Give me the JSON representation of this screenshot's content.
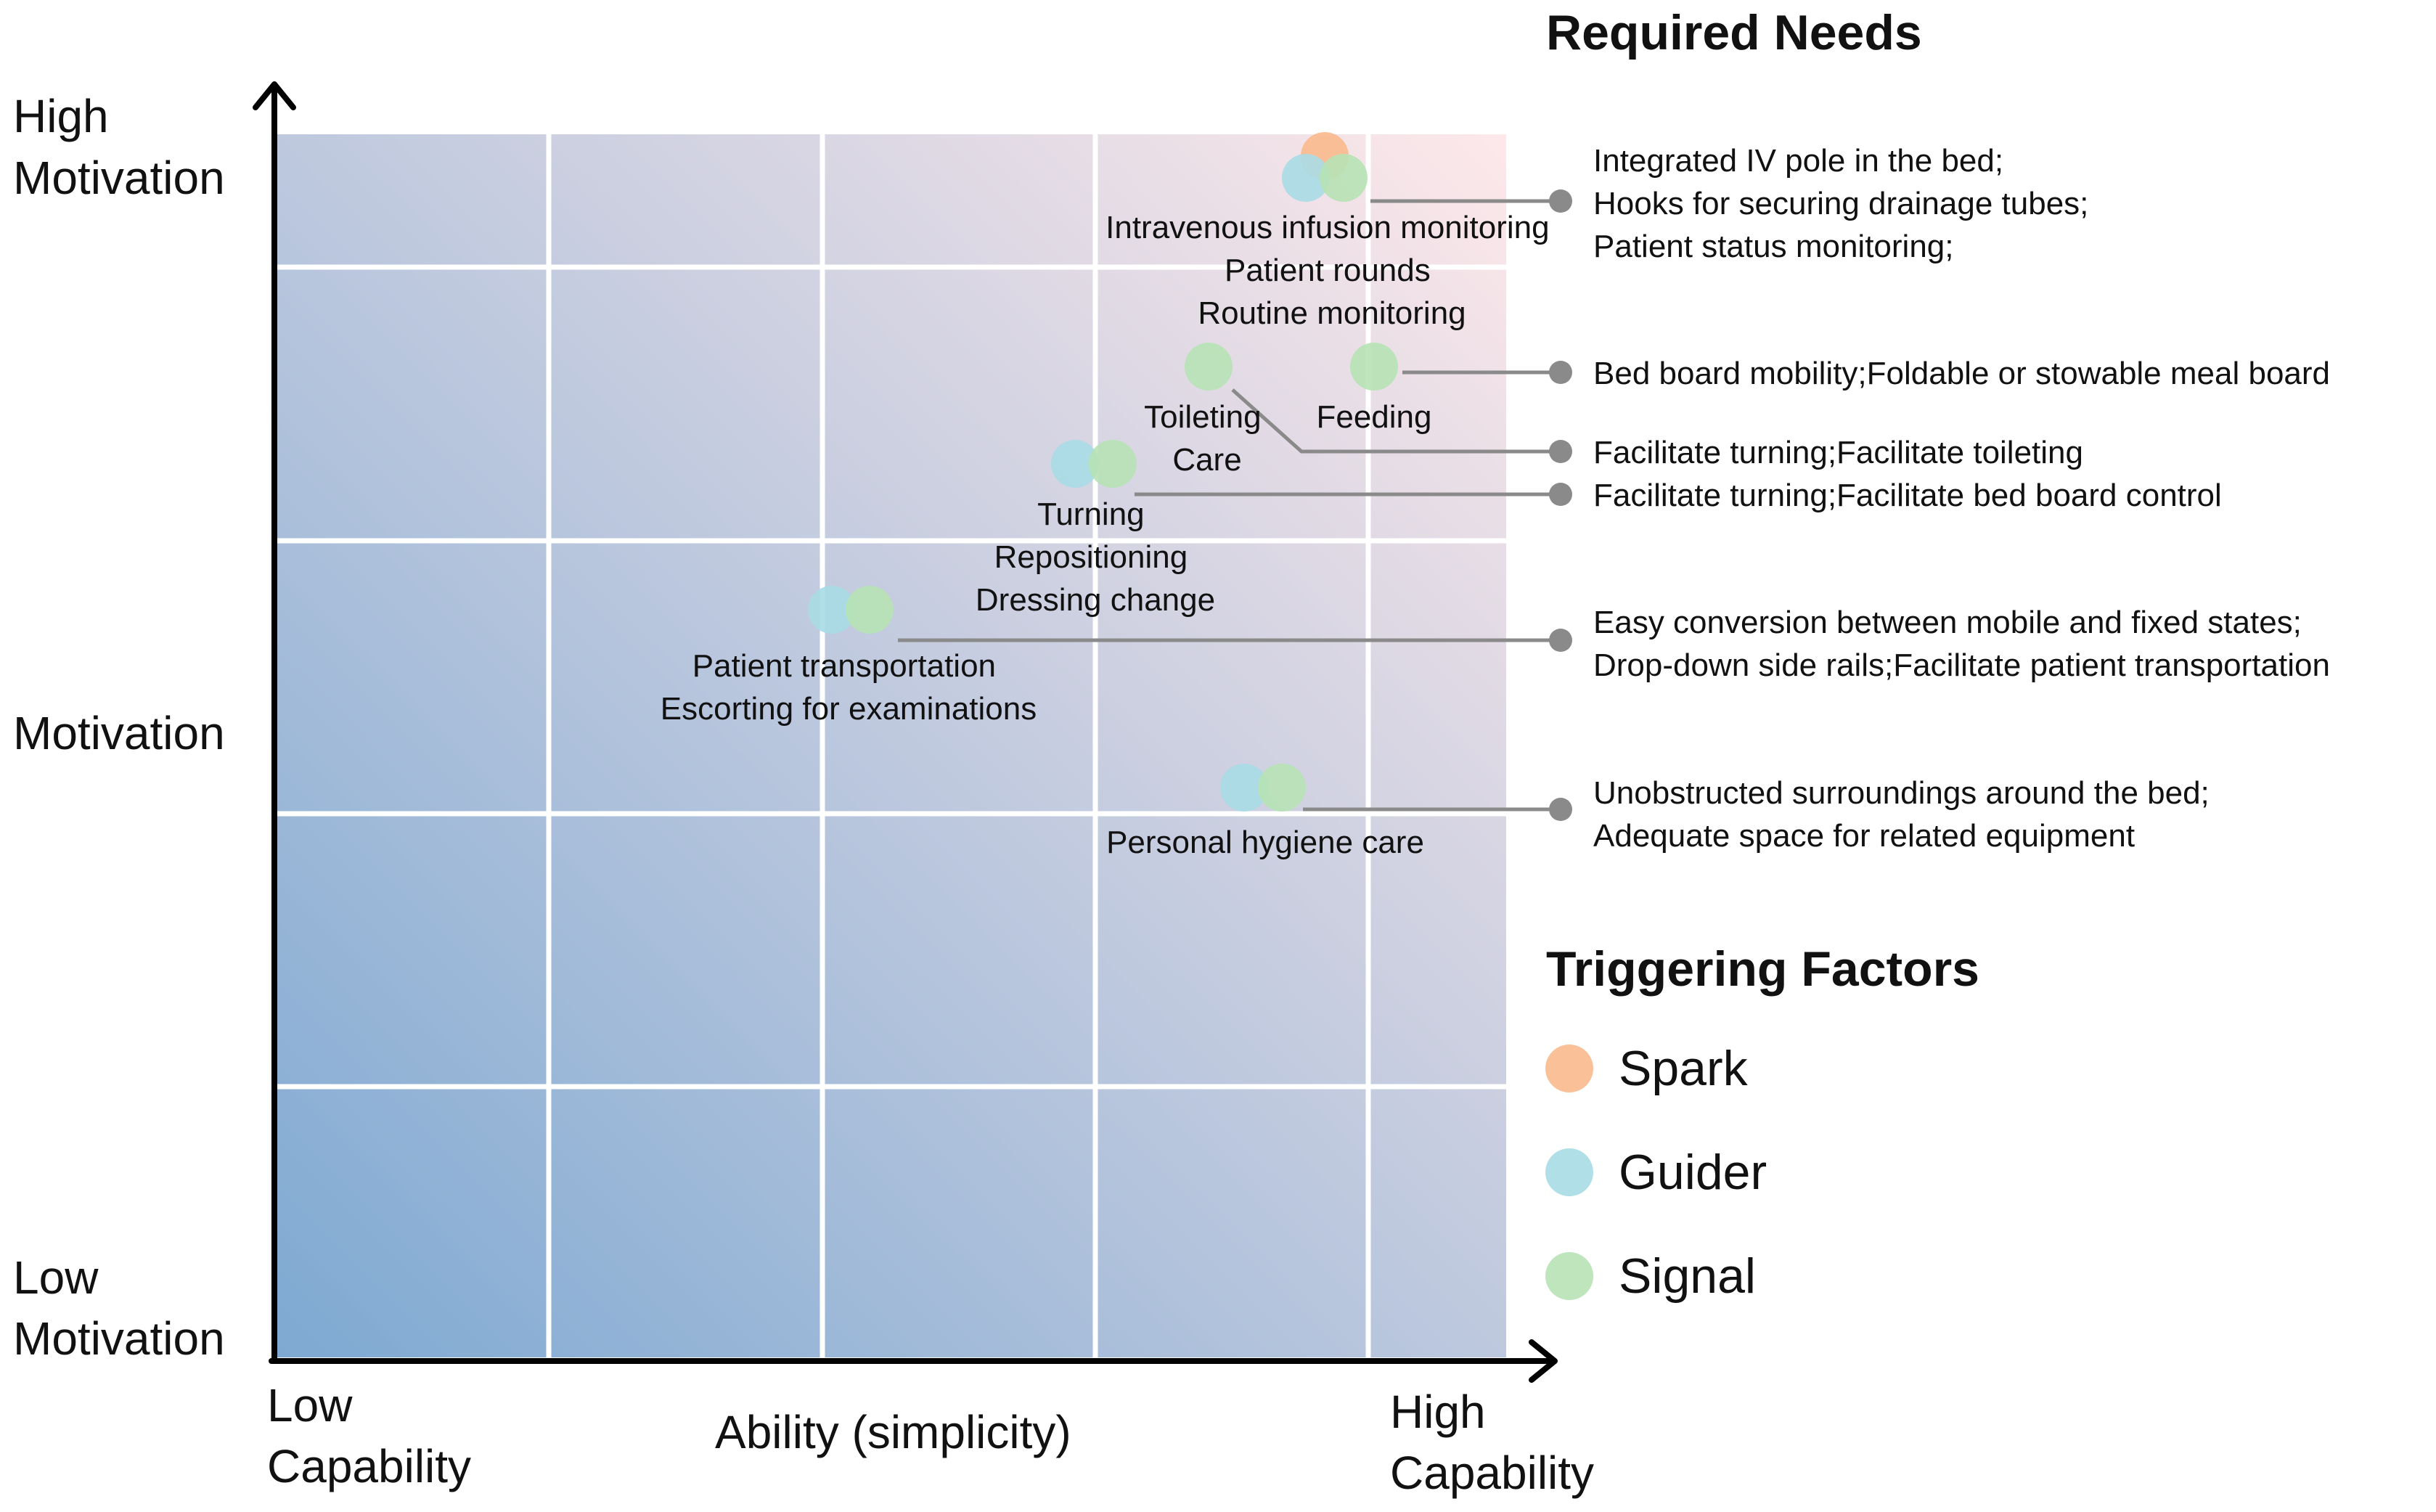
{
  "colors": {
    "spark": "#f9b98c",
    "guider": "#a9dbe5",
    "signal": "#b7e2b5",
    "leader": "#8a8a8a",
    "grid": "#ffffff",
    "gradient_low": "#7ea9d2",
    "gradient_high": "#fde8ea"
  },
  "axes": {
    "y_high": [
      "High",
      "Motivation"
    ],
    "y_mid": "Motivation",
    "y_low": [
      "Low",
      "Motivation"
    ],
    "x_low": [
      "Low",
      "Capability"
    ],
    "x_mid": "Ability (simplicity)",
    "x_high": [
      "High",
      "Capability"
    ]
  },
  "headings": {
    "needs": "Required Needs",
    "factors": "Triggering Factors"
  },
  "legend": [
    {
      "label": "Spark",
      "color_key": "spark"
    },
    {
      "label": "Guider",
      "color_key": "guider"
    },
    {
      "label": "Signal",
      "color_key": "signal"
    }
  ],
  "task_groups": [
    {
      "id": "iv",
      "dots": [
        "spark",
        "guider",
        "signal"
      ],
      "labels": [
        "Intravenous infusion monitoring",
        "Patient rounds",
        "Routine monitoring"
      ]
    },
    {
      "id": "toilet",
      "dots": [
        "signal"
      ],
      "labels": [
        "Toileting",
        "Care"
      ]
    },
    {
      "id": "feeding",
      "dots": [
        "signal"
      ],
      "labels": [
        "Feeding"
      ]
    },
    {
      "id": "turning",
      "dots": [
        "guider",
        "signal"
      ],
      "labels": [
        "Turning",
        "Repositioning",
        "Dressing change"
      ]
    },
    {
      "id": "transport",
      "dots": [
        "guider",
        "signal"
      ],
      "labels": [
        "Patient transportation",
        "Escorting for examinations"
      ]
    },
    {
      "id": "hygiene",
      "dots": [
        "guider",
        "signal"
      ],
      "labels": [
        "Personal hygiene care"
      ]
    }
  ],
  "needs": [
    {
      "id": "iv",
      "lines": [
        "Integrated IV pole in the bed;",
        "Hooks for securing drainage tubes;",
        "Patient status monitoring;"
      ]
    },
    {
      "id": "feeding",
      "lines": [
        "Bed board mobility;Foldable or stowable meal board"
      ]
    },
    {
      "id": "toilet",
      "lines": [
        "Facilitate turning;Facilitate toileting"
      ]
    },
    {
      "id": "turning",
      "lines": [
        "Facilitate turning;Facilitate bed board control"
      ]
    },
    {
      "id": "transport",
      "lines": [
        "Easy conversion between mobile and fixed states;",
        "Drop-down side rails;Facilitate patient transportation"
      ]
    },
    {
      "id": "hygiene",
      "lines": [
        "Unobstructed surroundings around the bed;",
        "Adequate space for related equipment"
      ]
    }
  ]
}
